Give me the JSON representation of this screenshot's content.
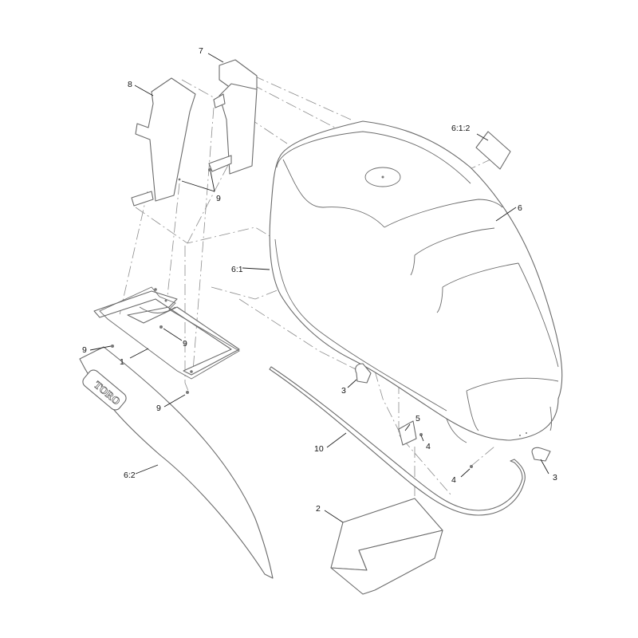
{
  "callouts": {
    "c1": "1",
    "c2": "2",
    "c3a": "3",
    "c3b": "3",
    "c4a": "4",
    "c4b": "4",
    "c5": "5",
    "c6": "6",
    "c6_1": "6:1",
    "c6_1_2": "6:1:2",
    "c6_2": "6:2",
    "c7": "7",
    "c8": "8",
    "c9a": "9",
    "c9b": "9",
    "c9c": "9",
    "c9d": "9",
    "c10": "10"
  },
  "logo": {
    "text": "TORO"
  },
  "colors": {
    "line": "#6b6b6b",
    "text": "#111111",
    "background": "#ffffff"
  }
}
